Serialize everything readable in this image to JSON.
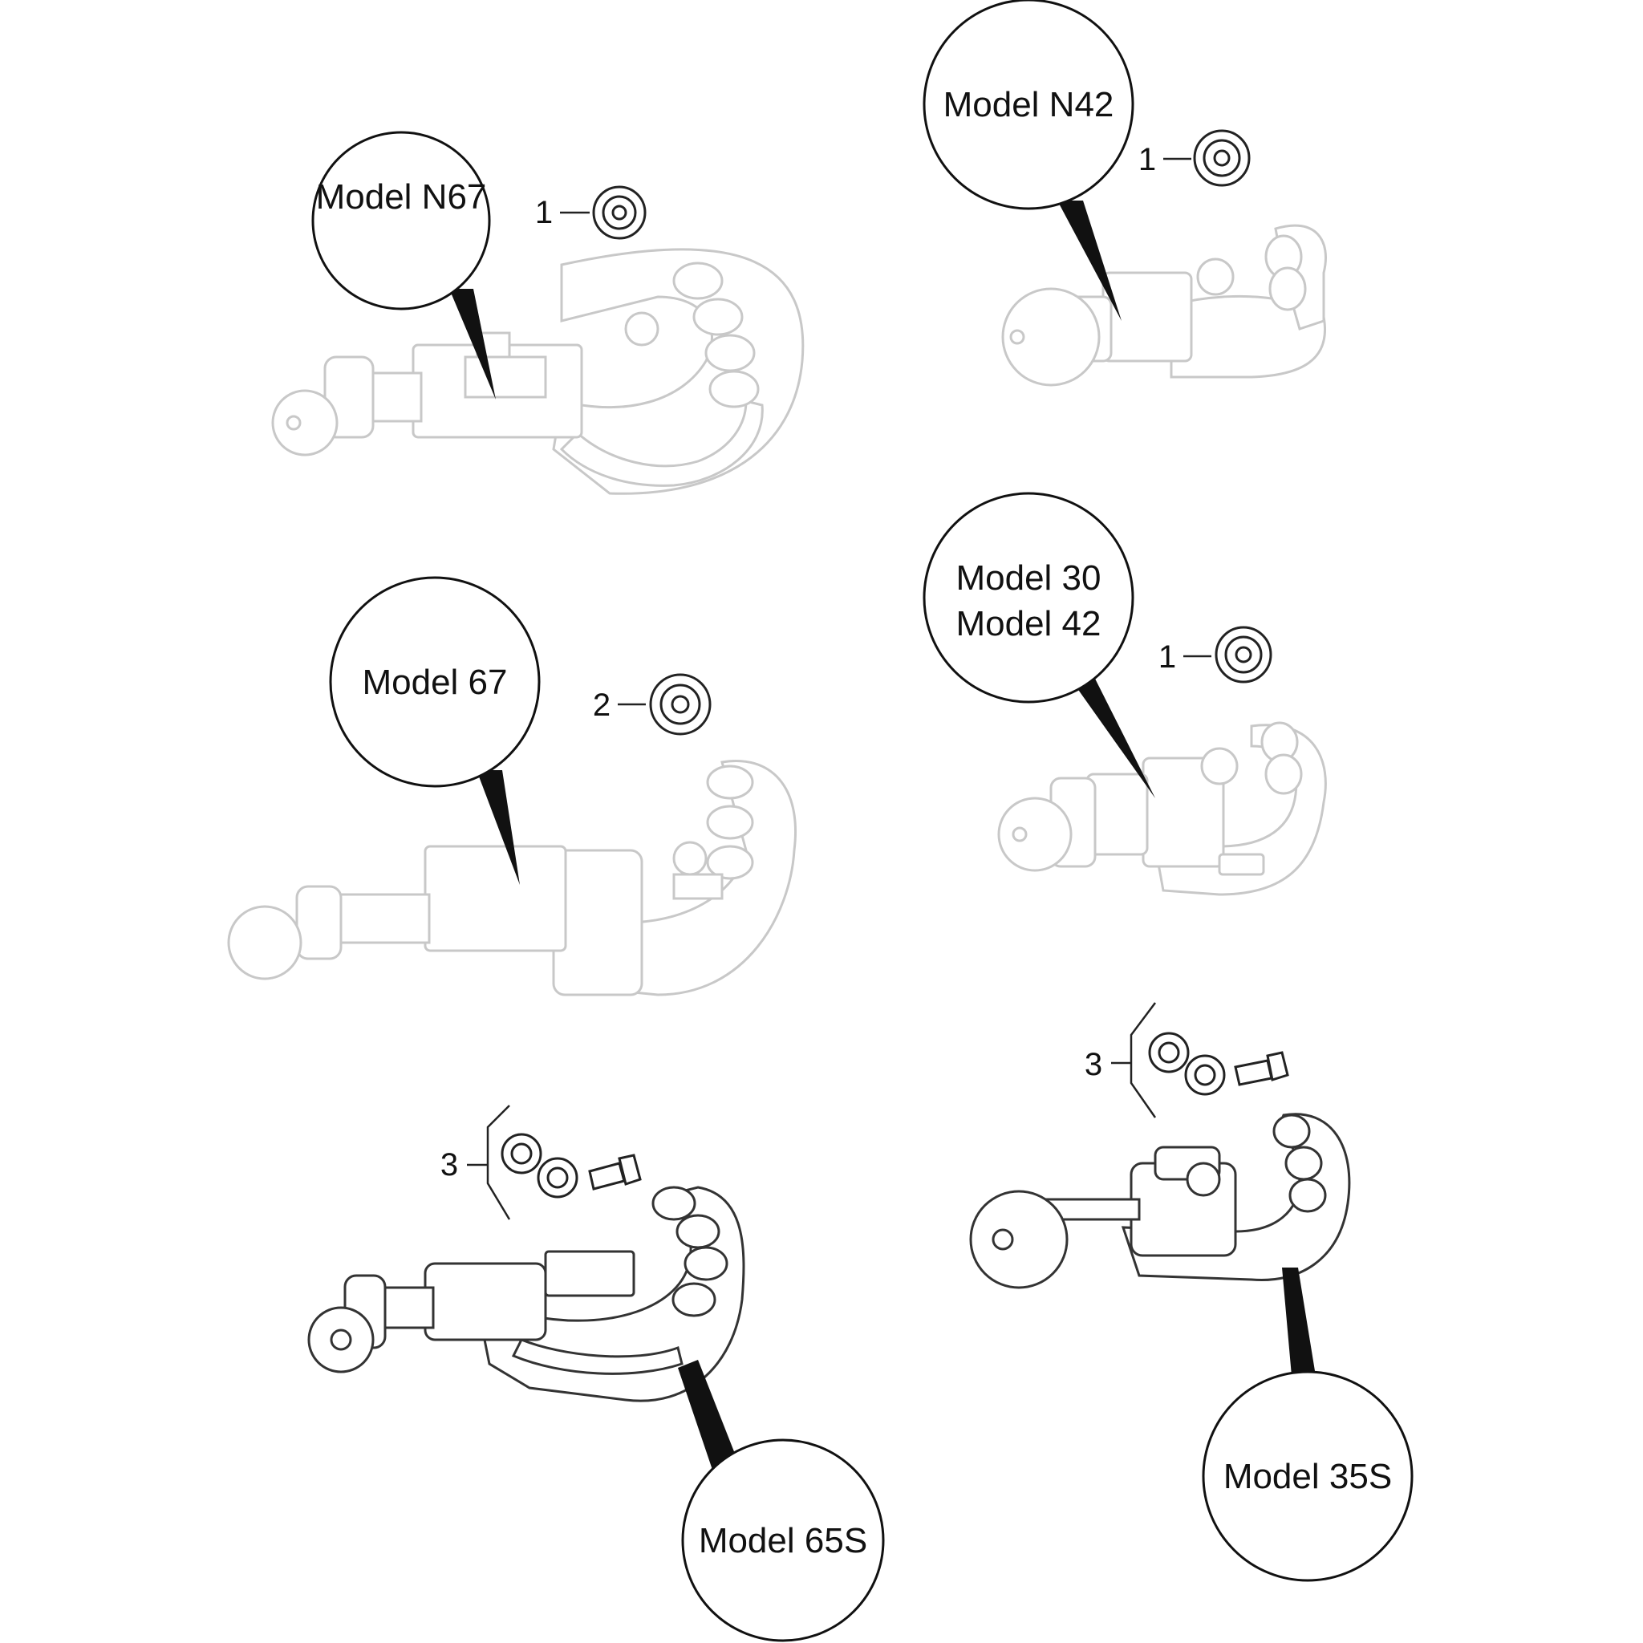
{
  "colors": {
    "line": "#111111",
    "faded_tool": "#c8c8c8",
    "dark_tool": "#333333",
    "background": "#ffffff"
  },
  "tools": [
    {
      "id": "n67",
      "label_lines": [
        "Model N67"
      ],
      "parts_qty": "1"
    },
    {
      "id": "n42",
      "label_lines": [
        "Model N42"
      ],
      "parts_qty": "1"
    },
    {
      "id": "m67",
      "label_lines": [
        "Model 67"
      ],
      "parts_qty": "2"
    },
    {
      "id": "m30-42",
      "label_lines": [
        "Model 30",
        "Model 42"
      ],
      "parts_qty": "1"
    },
    {
      "id": "m65s",
      "label_lines": [
        "Model 65S"
      ],
      "parts_qty": "3"
    },
    {
      "id": "m35s",
      "label_lines": [
        "Model 35S"
      ],
      "parts_qty": "3"
    }
  ]
}
